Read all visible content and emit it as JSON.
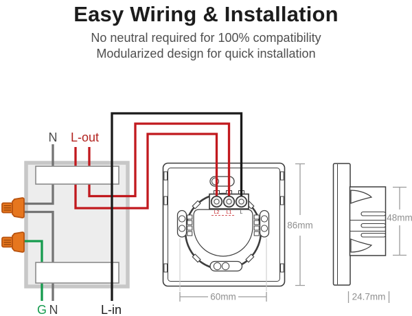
{
  "header": {
    "title": "Easy Wiring & Installation",
    "subtitle_line1": "No neutral required for 100% compatibility",
    "subtitle_line2": "Modularized design for quick installation"
  },
  "wiring_diagram": {
    "top_labels": {
      "neutral": "N",
      "live_out": "L-out"
    },
    "bottom_labels": {
      "ground": "G",
      "neutral": "N",
      "live_in": "L-in"
    },
    "switch_terminal_labels": {
      "l2": "L2",
      "l1": "L1",
      "l": "L"
    },
    "colors": {
      "live_wire": "#c1191e",
      "neutral_wire": "#747474",
      "ground_wire": "#169b4e",
      "line_wire": "#1a1a1a",
      "wire_nut": "#e6761e",
      "wire_nut_stroke": "#b85310",
      "box_fill": "#ededed",
      "box_border": "#c7c7c7",
      "outline": "#3d3d3d",
      "dimension_text": "#8f8f8f"
    }
  },
  "dimensions": {
    "back_height": "86mm",
    "back_width": "60mm",
    "module_depth": "48mm",
    "frame_depth": "24.7mm"
  }
}
